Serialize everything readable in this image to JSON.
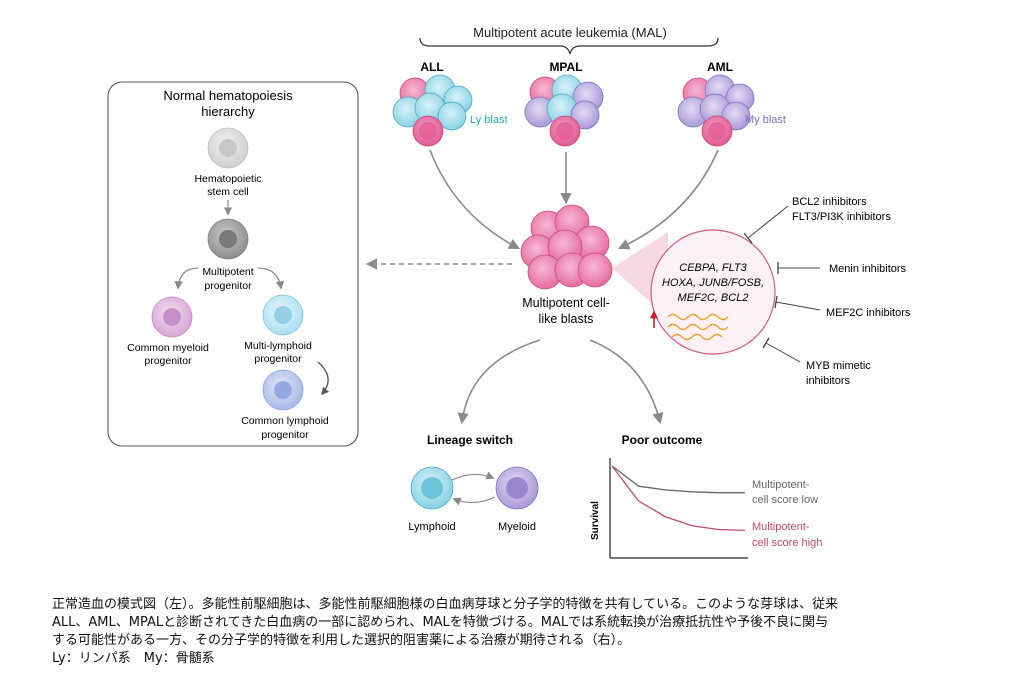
{
  "top": {
    "mal_title": "Multipotent acute leukemia (MAL)",
    "all": "ALL",
    "mpal": "MPAL",
    "aml": "AML",
    "ly_blast": "Ly blast",
    "my_blast": "My blast"
  },
  "normal": {
    "title_line1": "Normal hematopoiesis",
    "title_line2": "hierarchy",
    "hsc_line1": "Hematopoietic",
    "hsc_line2": "stem cell",
    "mpp_line1": "Multipotent",
    "mpp_line2": "progenitor",
    "cmp_line1": "Common myeloid",
    "cmp_line2": "progenitor",
    "mlp_line1": "Multi-lymphoid",
    "mlp_line2": "progenitor",
    "clp_line1": "Common lymphoid",
    "clp_line2": "progenitor"
  },
  "center": {
    "blasts_line1": "Multipotent cell-",
    "blasts_line2": "like blasts",
    "genes_line1": "CEBPA, FLT3",
    "genes_line2": "HOXA, JUNB/FOSB,",
    "genes_line3": "MEF2C, BCL2"
  },
  "inhibitors": {
    "bcl2": "BCL2 inhibitors",
    "flt3": "FLT3/PI3K inhibitors",
    "menin": "Menin inhibitors",
    "mef2c": "MEF2C inhibitors",
    "myb_line1": "MYB mimetic",
    "myb_line2": "inhibitors"
  },
  "bottom": {
    "lineage_switch": "Lineage switch",
    "lymphoid": "Lymphoid",
    "myeloid": "Myeloid",
    "poor_outcome": "Poor outcome",
    "survival": "Survival",
    "low_line1": "Multipotent-",
    "low_line2": "cell score low",
    "high_line1": "Multipotent-",
    "high_line2": "cell score high"
  },
  "caption": {
    "line1": "正常造血の模式図（左）。多能性前駆細胞は、多能性前駆細胞様の白血病芽球と分子学的特徴を共有している。このような芽球は、従来",
    "line2": "ALL、AML、MPALと診断されてきた白血病の一部に認められ、MALを特徴づける。MALでは系統転換が治療抵抗性や予後不良に関与",
    "line3": "する可能性がある一方、その分子学的特徴を利用した選択的阻害薬による治療が期待される（右）。",
    "line4": "Ly：リンパ系　My：骨髄系"
  },
  "colors": {
    "pink": "#e86fa0",
    "cyan": "#8fd6e6",
    "lavender": "#b3a6dc",
    "gray_arrow": "#8a8a8a",
    "ly_text": "#2aa6c9",
    "my_text": "#7c6fc4",
    "curve_low": "#666666",
    "curve_high": "#c04a6a",
    "up_arrow": "#c8202a",
    "wave": "#e8a22c"
  },
  "chart_data": {
    "type": "line",
    "title": "Poor outcome",
    "xlabel": "",
    "ylabel": "Survival",
    "series": [
      {
        "name": "Multipotent-cell score low",
        "values": [
          1.0,
          0.78,
          0.74,
          0.72,
          0.71,
          0.71
        ]
      },
      {
        "name": "Multipotent-cell score high",
        "values": [
          1.0,
          0.62,
          0.45,
          0.35,
          0.31,
          0.3
        ]
      }
    ]
  }
}
